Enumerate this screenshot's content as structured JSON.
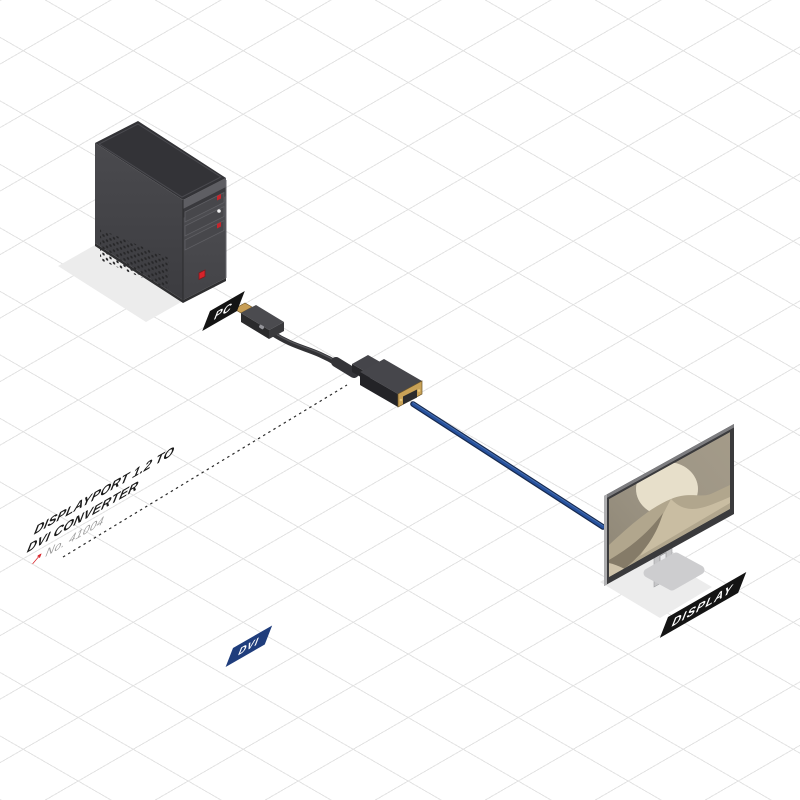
{
  "diagram": {
    "badges": {
      "pc": "PC",
      "dvi": "DVI",
      "display": "DISPLAY"
    },
    "product_label": {
      "line1": "DISPLAYPORT 1.2 TO",
      "line2": "DVI CONVERTER",
      "number": "No. 41004",
      "arrow_icon": "↗"
    },
    "icons": {
      "computer": "pc-tower-icon",
      "monitor": "display-monitor-icon",
      "adapter": "displayport-to-dvi-converter-icon",
      "arrow": "north-east-arrow-icon"
    },
    "colors": {
      "background": "#ffffff",
      "grid_line": "#e3e3e3",
      "badge_black": "#141414",
      "badge_blue": "#1f3d7c",
      "badge_text": "#ffffff",
      "label_text": "#1a1a1a",
      "label_number_gray": "#9b9b9b",
      "arrow_red": "#d8232a",
      "cable_blue": "#26509c",
      "connector_gold": "#c79e56",
      "tower_body": "#424246",
      "shadow": "#ececec"
    }
  }
}
